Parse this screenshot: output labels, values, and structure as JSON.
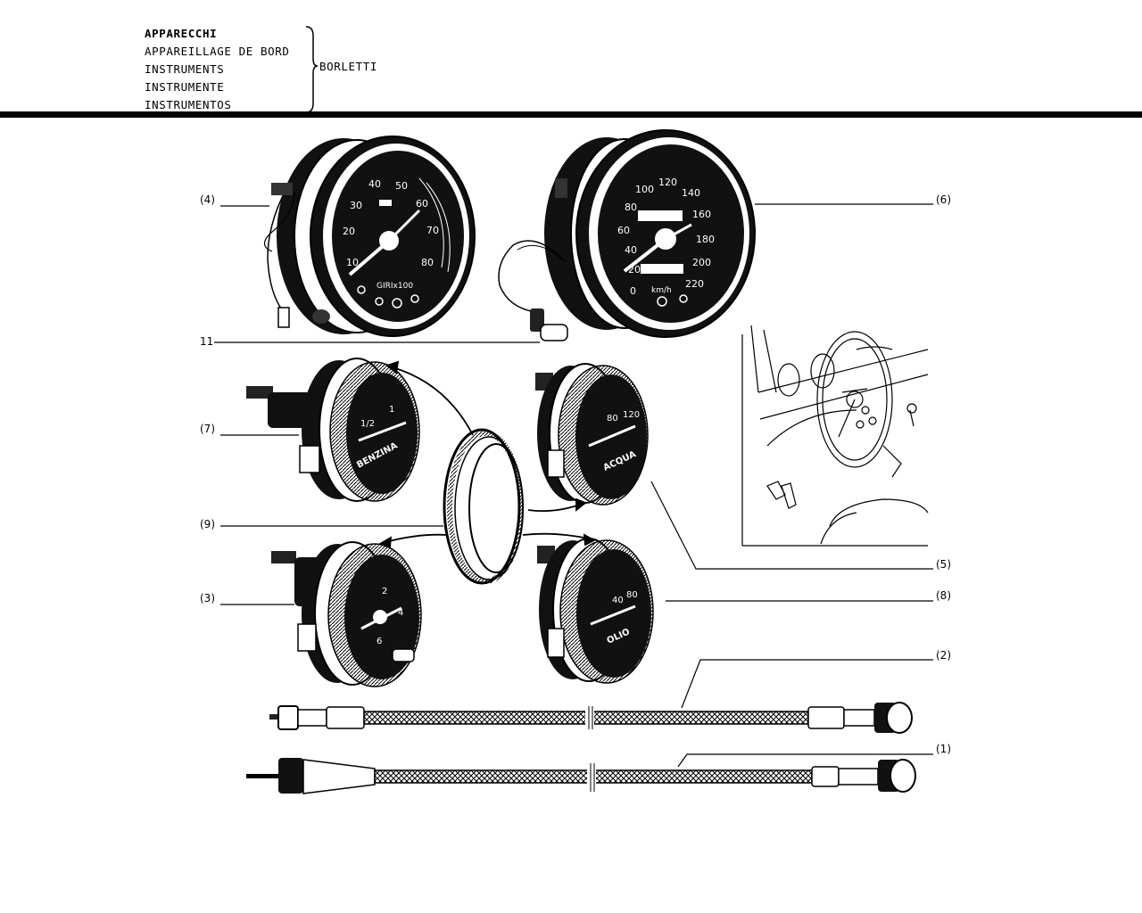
{
  "header": {
    "titles": [
      "APPARECCHI",
      "APPAREILLAGE DE BORD",
      "INSTRUMENTS",
      "INSTRUMENTE",
      "INSTRUMENTOS"
    ],
    "brand": "BORLETTI"
  },
  "callouts": {
    "c4": "(4)",
    "c6": "(6)",
    "c11": "11",
    "c7": "(7)",
    "c9": "(9)",
    "c5": "(5)",
    "c3": "(3)",
    "c8": "(8)",
    "c2": "(2)",
    "c1": "(1)"
  },
  "gauges": {
    "tach": {
      "ticks": [
        "10",
        "20",
        "30",
        "40",
        "50",
        "60",
        "70",
        "80"
      ],
      "label": "GIRIx100"
    },
    "speedo": {
      "ticks": [
        "0",
        "20",
        "40",
        "60",
        "80",
        "100",
        "120",
        "140",
        "160",
        "180",
        "200",
        "220"
      ],
      "label": "km/h"
    },
    "fuel": {
      "ticks": [
        "1/2",
        "1"
      ],
      "label": "BENZINA"
    },
    "water": {
      "ticks": [
        "80",
        "120"
      ],
      "label": "ACQUA"
    },
    "oil_temp": {
      "ticks": [
        "40",
        "80"
      ],
      "label": "OLIO"
    },
    "oil_press": {
      "ticks": [
        "2",
        "4",
        "6"
      ]
    }
  }
}
